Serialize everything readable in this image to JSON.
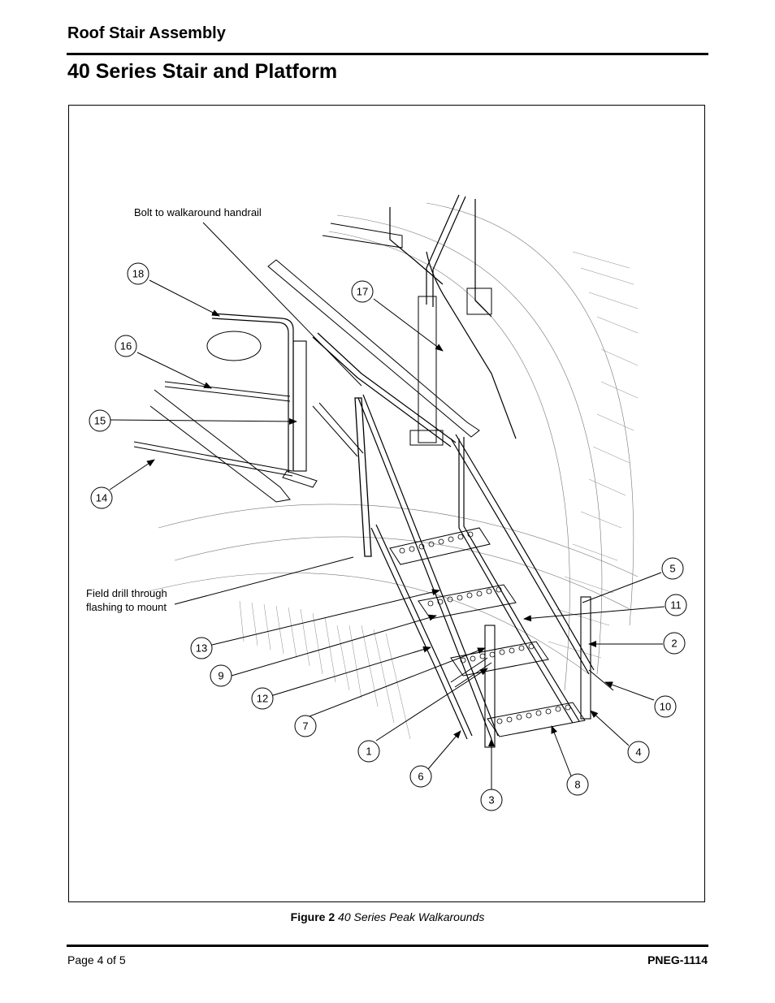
{
  "header": {
    "section": "Roof Stair Assembly",
    "title": "40 Series Stair and Platform"
  },
  "figure": {
    "notes": {
      "bolt": "Bolt to walkaround handrail",
      "drill_line1": "Field drill through",
      "drill_line2": "flashing to mount"
    },
    "callouts": [
      "18",
      "17",
      "16",
      "15",
      "14",
      "5",
      "11",
      "2",
      "10",
      "4",
      "8",
      "3",
      "6",
      "1",
      "7",
      "12",
      "9",
      "13"
    ],
    "caption_label": "Figure 2",
    "caption_text": "40 Series Peak Walkarounds"
  },
  "footer": {
    "page": "Page 4 of 5",
    "doc_id": "PNEG-1114"
  }
}
